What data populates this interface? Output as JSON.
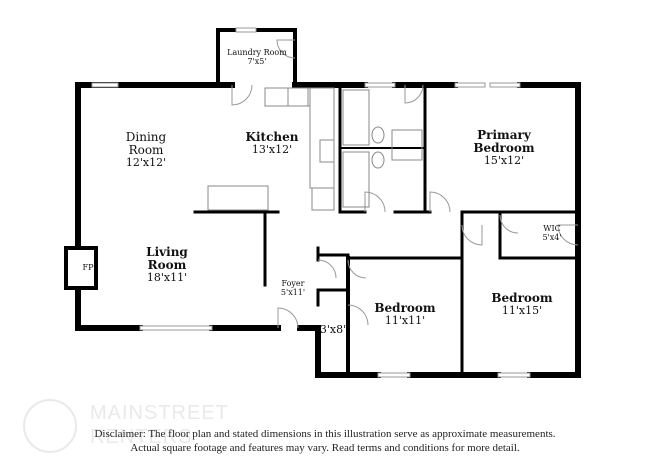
{
  "rooms": {
    "laundry": {
      "name": "Laundry Room",
      "dim": "7'x5'"
    },
    "dining": {
      "name": "Dining Room",
      "dim": "12'x12'"
    },
    "kitchen": {
      "name": "Kitchen",
      "dim": "13'x12'"
    },
    "primary": {
      "name": "Primary Bedroom",
      "dim": "15'x12'"
    },
    "wic": {
      "name": "WIC",
      "dim": "5'x4'"
    },
    "living": {
      "name": "Living Room",
      "dim": "18'x11'"
    },
    "foyer": {
      "name": "Foyer",
      "dim": "5'x11'"
    },
    "closet": {
      "dim": "3'x8'"
    },
    "bedroom1": {
      "name": "Bedroom",
      "dim": "11'x11'"
    },
    "bedroom2": {
      "name": "Bedroom",
      "dim": "11'x15'"
    },
    "fireplace": {
      "name": "FP"
    }
  },
  "watermark": "MAINSTREET RENTERS",
  "disclaimer": {
    "line1": "Disclaimer: The floor plan and stated dimensions in this illustration serve as approximate measurements.",
    "line2": "Actual square footage and features may vary. Read terms and conditions for more detail."
  },
  "colors": {
    "wall": "#000000",
    "fixture": "#888888"
  }
}
